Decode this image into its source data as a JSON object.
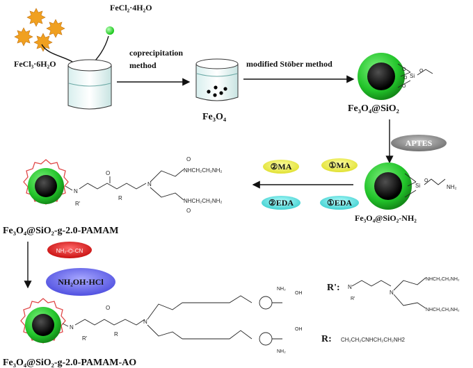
{
  "colors": {
    "shell_green": "#22c42a",
    "core_black": "#0a0a0a",
    "star_orange": "#f0a020",
    "fecl2_green": "#2ee82e",
    "aptes_gray": "#8c8c8c",
    "ma_yellow": "#f0f04a",
    "eda_cyan": "#5ee0e0",
    "cn_red": "#d82020",
    "nh2oh_purple": "#6868e8",
    "wavy_red": "#e04848"
  },
  "reagents": {
    "fecl3": "FeCl₃·6H₂O",
    "fecl2": "FeCl₂·4H₂O"
  },
  "steps": {
    "coprecipitation": "coprecipitation",
    "coprecipitation2": "method",
    "stober": "modified Stöber method"
  },
  "products": {
    "fe3o4": "Fe₃O₄",
    "fe3o4_sio2": "Fe₃O₄@SiO₂",
    "fe3o4_sio2_nh2": "Fe₃O₄@SiO₂-NH₂",
    "pamam": "Fe₃O₄@SiO₂-g-2.0-PAMAM",
    "pamam_ao": "Fe₃O₄@SiO₂-g-2.0-PAMAM-AO"
  },
  "badges": {
    "aptes": "APTES",
    "ma1": "①MA",
    "eda1": "①EDA",
    "ma2": "②MA",
    "eda2": "②EDA",
    "cn_reagent": "NH₂-⌬-CN",
    "nh2oh": "NH₂OH·HCl"
  },
  "legend": {
    "r_prime": "R':",
    "r": "R:",
    "r_formula": "CH₂CH₂CNHCH₂CH₂NH2"
  },
  "chem": {
    "si": "Si",
    "o": "O",
    "n": "N",
    "nh2": "NH₂",
    "oh": "OH",
    "r": "R",
    "rp": "R'",
    "amide_chain": "NHCH₂CH₂NH₂",
    "h2n": "NH₂"
  }
}
